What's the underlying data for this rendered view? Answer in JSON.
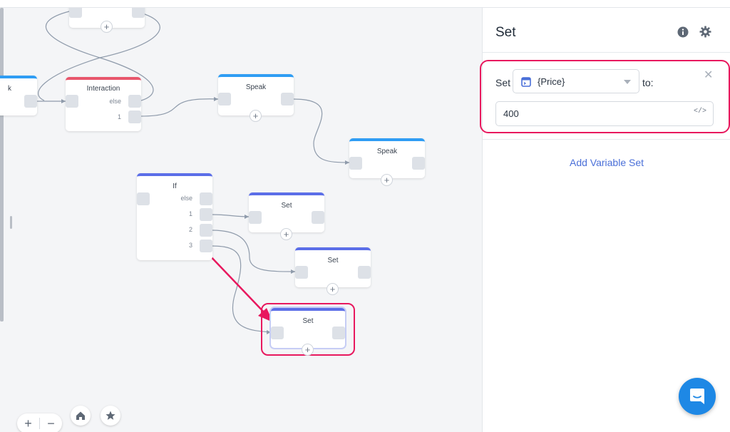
{
  "canvas": {
    "nodes": {
      "top": {
        "title": ""
      },
      "speak_left": {
        "title": "k"
      },
      "interaction": {
        "title": "Interaction",
        "ports": [
          "else",
          "1"
        ]
      },
      "speak1": {
        "title": "Speak"
      },
      "speak2": {
        "title": "Speak"
      },
      "if": {
        "title": "If",
        "ports": [
          "else",
          "1",
          "2",
          "3"
        ]
      },
      "set1": {
        "title": "Set"
      },
      "set2": {
        "title": "Set"
      },
      "set3": {
        "title": "Set"
      }
    },
    "add_symbol": "+",
    "zoom": {
      "in": "+",
      "out": "−"
    },
    "icons": {
      "home": "home-icon",
      "star": "star-icon",
      "info": "info-icon",
      "gear": "gear-icon",
      "chat": "chat-icon"
    }
  },
  "panel": {
    "title": "Set",
    "set_prefix": "Set",
    "variable": "{Price}",
    "to_label": "to:",
    "value": "400",
    "code_toggle": "</>",
    "close_symbol": "✕",
    "add_link": "Add Variable Set"
  },
  "colors": {
    "speak": "#2f9df4",
    "interaction": "#e8566c",
    "logic": "#5b6ee8",
    "highlight": "#e8185e",
    "link": "#4a6fd8",
    "chat": "#1e88e5"
  }
}
